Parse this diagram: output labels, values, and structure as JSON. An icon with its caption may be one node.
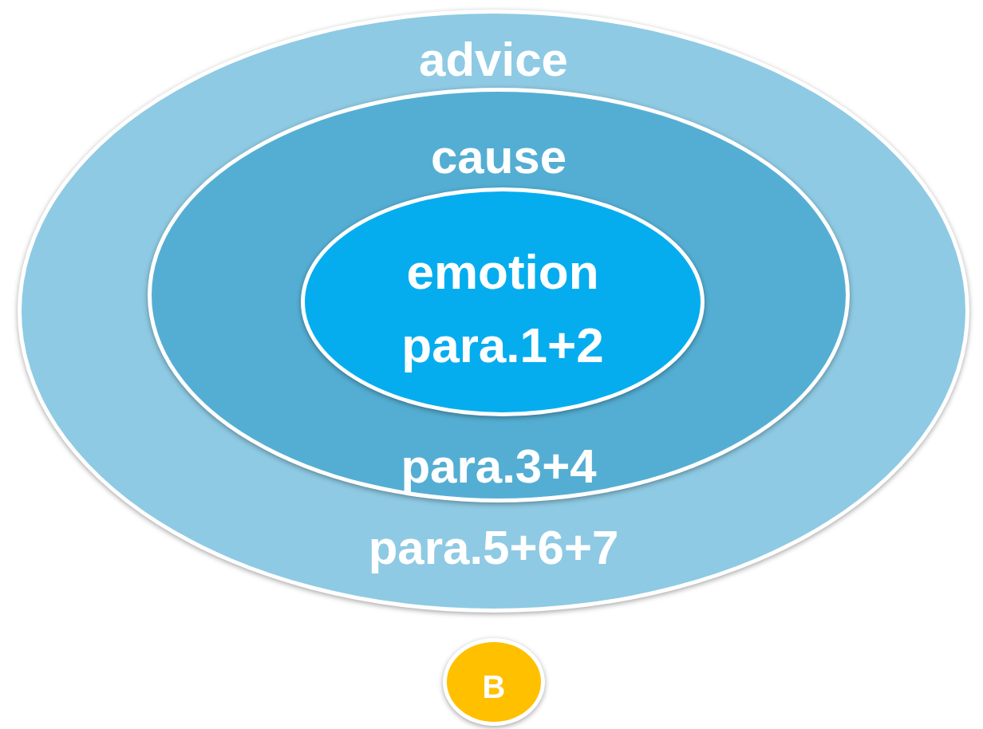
{
  "diagram": {
    "nodes": [
      {
        "text": [
          "advice",
          "para.5+6+7"
        ]
      },
      {
        "text": [
          "cause",
          "para.3+4"
        ],
        "in": 0
      },
      {
        "text": [
          "emotion",
          "para.1+2"
        ],
        "in": 1
      },
      {
        "text": [
          "B"
        ]
      }
    ],
    "edges": []
  }
}
